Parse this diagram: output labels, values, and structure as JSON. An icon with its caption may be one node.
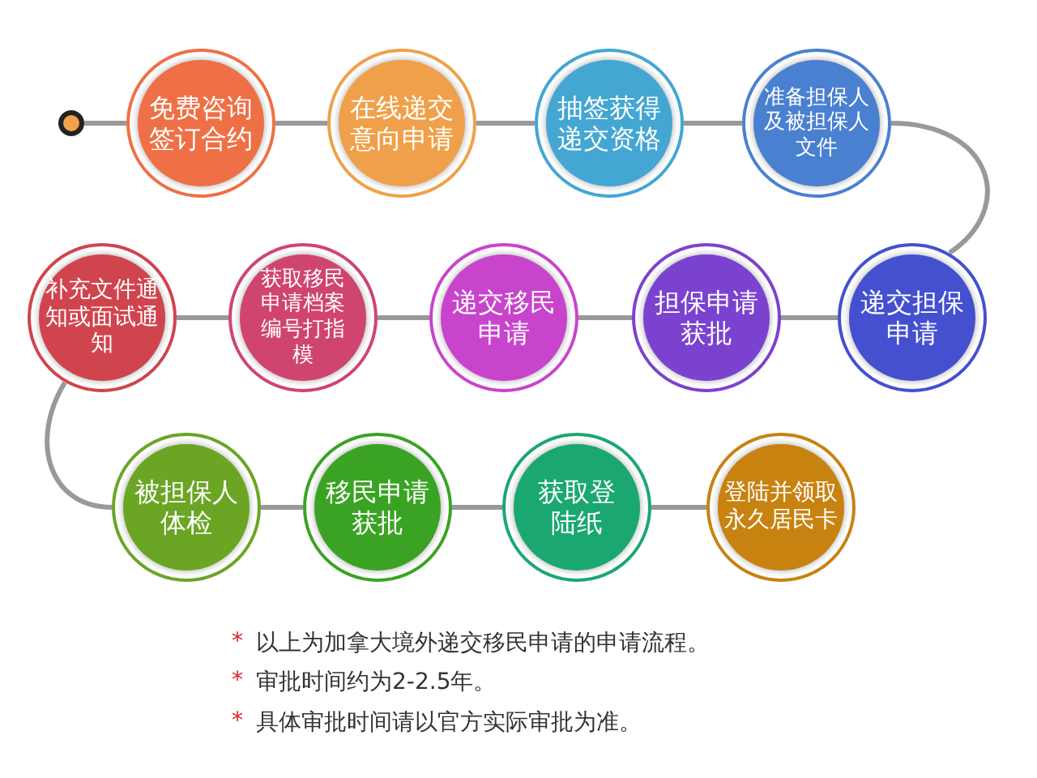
{
  "diagram": {
    "nodes": [
      {
        "text": [],
        "shape": "circle"
      },
      {
        "text": [
          "免费咨询签订合约"
        ]
      },
      {
        "text": [
          "在线递交意向申请"
        ]
      },
      {
        "text": [
          "抽签获得递交资格"
        ]
      },
      {
        "text": [
          "准备担保人及被担保人文件"
        ]
      },
      {
        "text": [
          "递交担保申请"
        ]
      },
      {
        "text": [
          "担保申请获批"
        ]
      },
      {
        "text": [
          "递交移民申请"
        ]
      },
      {
        "text": [
          "获取移民申请档案编号打指模"
        ]
      },
      {
        "text": [
          "补充文件通知或面试通知"
        ]
      },
      {
        "text": [
          "被担保人体检"
        ]
      },
      {
        "text": [
          "移民申请获批"
        ]
      },
      {
        "text": [
          "获取登陆纸"
        ]
      },
      {
        "text": [
          "登陆并领取永久居民卡"
        ]
      }
    ],
    "edges": [
      {
        "from": 0,
        "to": 1,
        "arrow": "none"
      },
      {
        "from": 1,
        "to": 2,
        "arrow": "none"
      },
      {
        "from": 2,
        "to": 3,
        "arrow": "none"
      },
      {
        "from": 3,
        "to": 4,
        "arrow": "none"
      },
      {
        "from": 4,
        "to": 5,
        "arrow": "none"
      },
      {
        "from": 5,
        "to": 6,
        "arrow": "none"
      },
      {
        "from": 6,
        "to": 7,
        "arrow": "none"
      },
      {
        "from": 7,
        "to": 8,
        "arrow": "none"
      },
      {
        "from": 8,
        "to": 9,
        "arrow": "none"
      },
      {
        "from": 9,
        "to": 10,
        "arrow": "none"
      },
      {
        "from": 10,
        "to": 11,
        "arrow": "none"
      },
      {
        "from": 11,
        "to": 12,
        "arrow": "none"
      },
      {
        "from": 12,
        "to": 13,
        "arrow": "none"
      }
    ],
    "labels": [
      "*",
      "以上为加拿大境外递交移民申请的申请流程。",
      "*",
      "审批时间约为2-2.5年。",
      "*",
      "具体审批时间请以官方实际审批为准。"
    ]
  }
}
